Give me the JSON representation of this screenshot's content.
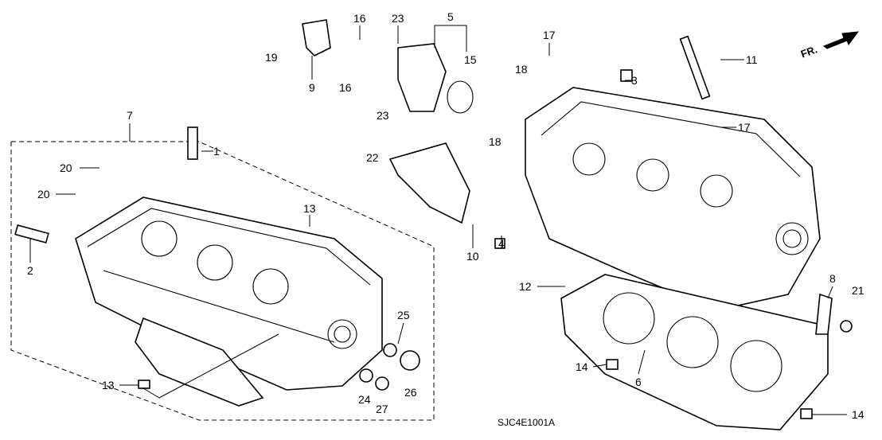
{
  "diagram": {
    "callouts": [
      "19",
      "9",
      "16",
      "16",
      "23",
      "5",
      "15",
      "23",
      "17",
      "18",
      "3",
      "11",
      "17",
      "18",
      "22",
      "7",
      "1",
      "20",
      "20",
      "13",
      "2",
      "4",
      "10",
      "12",
      "8",
      "21",
      "25",
      "14",
      "6",
      "13",
      "24",
      "27",
      "26",
      "14"
    ],
    "diagram_code": "SJC4E1001A",
    "direction_marker": "FR."
  }
}
